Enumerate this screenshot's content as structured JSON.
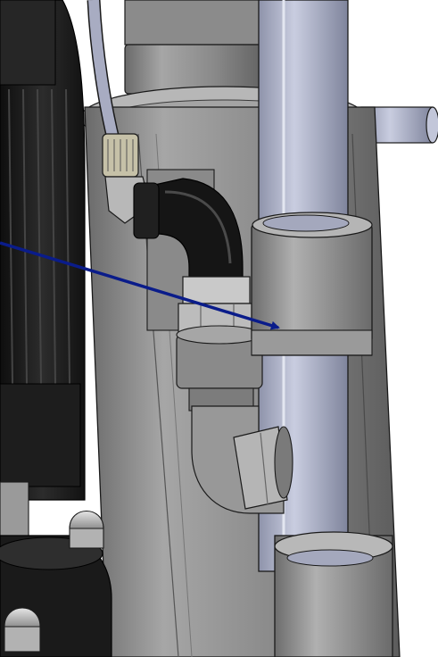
{
  "colors": {
    "background": "#ffffff",
    "housing": "#8e8e8e",
    "housing_light": "#b9b9b9",
    "housing_dark": "#5f5f5f",
    "tube": "#a9adc2",
    "tube_light": "#d3d6e4",
    "motor": "#202020",
    "motor_rib": "#3a3a3a",
    "fitting_black": "#151515",
    "fitting_nut": "#c9c9c9",
    "cap_nut": "#cfcfcf",
    "arrow": "#0a1c8a",
    "outline": "#1a1a1a"
  },
  "callout": {
    "label": "",
    "direction": "pointing-right-down",
    "target": "tube-clamp-sleeve"
  },
  "components": [
    "motor-housing",
    "main-column",
    "tube",
    "tube-clamp-sleeve",
    "elbow-fitting-upper",
    "elbow-fitting-lower",
    "cable-connector",
    "side-pipe",
    "cap-nuts"
  ]
}
